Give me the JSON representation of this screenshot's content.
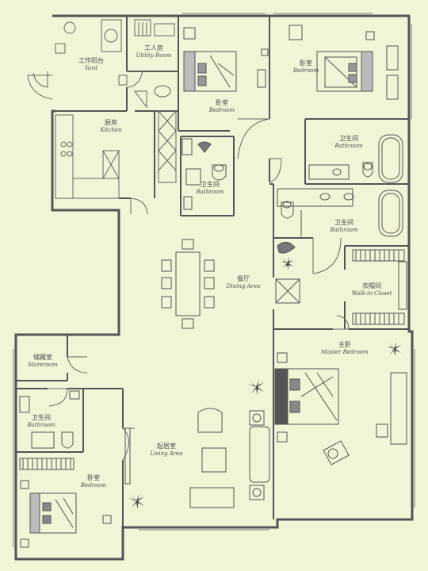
{
  "diagram": {
    "type": "floor-plan",
    "colors": {
      "background": "#f1f4d6",
      "wall": "#555555",
      "line": "#6a6a6a",
      "furniture_dark": "#4a4a4a"
    },
    "rooms": {
      "utility_room": {
        "zh": "工人房",
        "en": "Utility Room"
      },
      "yard": {
        "zh": "工作阳台",
        "en": "Yard"
      },
      "bedroom_top_middle": {
        "zh": "卧室",
        "en": "Bedroom"
      },
      "bedroom_top_right": {
        "zh": "卧室",
        "en": "Bedroom"
      },
      "kitchen": {
        "zh": "厨房",
        "en": "Kitchen"
      },
      "bathroom_middle": {
        "zh": "卫生间",
        "en": "Bathroom"
      },
      "bathroom_top_right": {
        "zh": "卫生间",
        "en": "Bathroom"
      },
      "bathroom_master": {
        "zh": "卫生间",
        "en": "Bathroom"
      },
      "dining_area": {
        "zh": "餐厅",
        "en": "Dining Area"
      },
      "walk_in_closet": {
        "zh": "衣帽间",
        "en": "Walk-in Closet"
      },
      "master_bedroom": {
        "zh": "主卧",
        "en": "Master Bedroom"
      },
      "storeroom": {
        "zh": "储藏室",
        "en": "Storeroom"
      },
      "bathroom_bottom_left": {
        "zh": "卫生间",
        "en": "Bathroom"
      },
      "living_area": {
        "zh": "起居室",
        "en": "Living Area"
      },
      "bedroom_bottom_left": {
        "zh": "卧室",
        "en": "Bedroom"
      }
    }
  }
}
